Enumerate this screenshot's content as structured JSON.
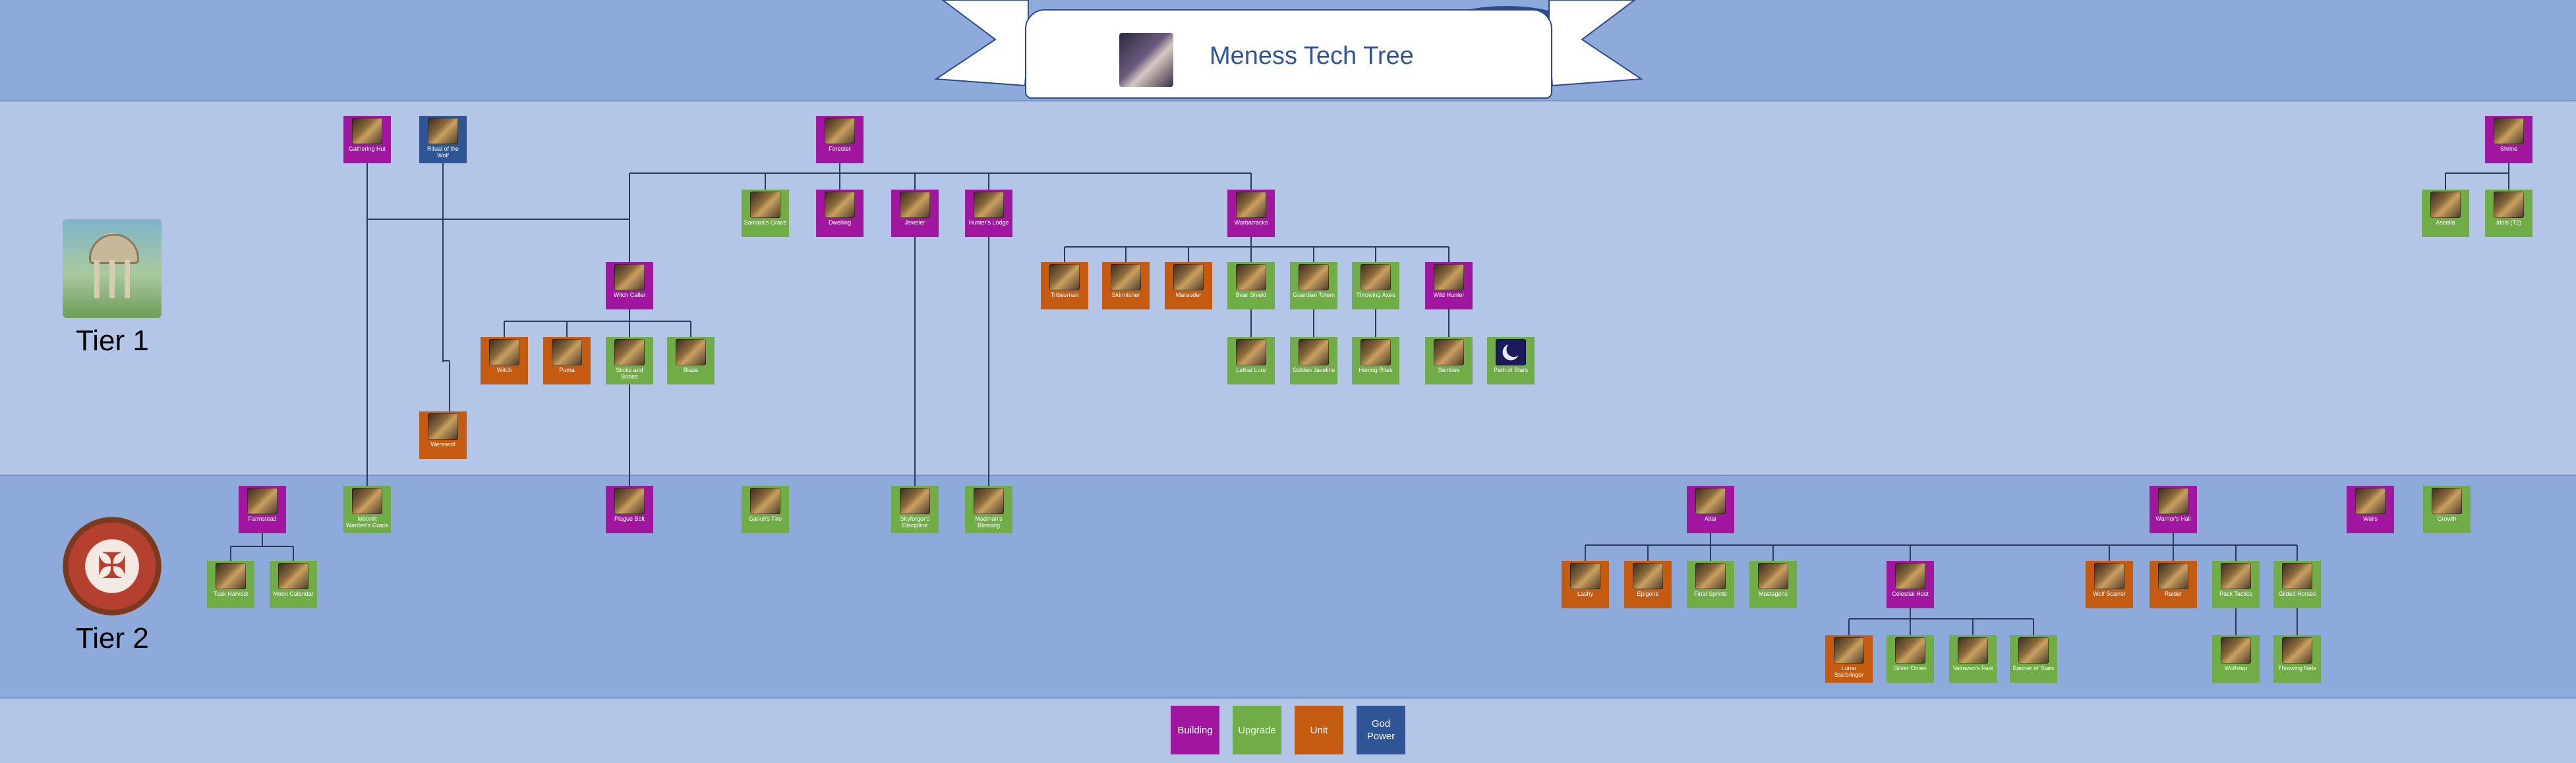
{
  "header": {
    "title": "Meness Tech Tree"
  },
  "tiers": [
    {
      "label": "Tier 1"
    },
    {
      "label": "Tier 2"
    }
  ],
  "colors": {
    "building": "#a0169e",
    "upgrade": "#70ad47",
    "unit": "#c55a11",
    "god_power": "#2f5597"
  },
  "legend": [
    {
      "type": "building",
      "label": "Building"
    },
    {
      "type": "upgrade",
      "label": "Upgrade"
    },
    {
      "type": "unit",
      "label": "Unit"
    },
    {
      "type": "god",
      "label": "God Power"
    }
  ],
  "nodes": {
    "gathering_hut": {
      "label": "Gathering Hut",
      "type": "building"
    },
    "ritual_of_the_wolf": {
      "label": "Ritual of the Wolf",
      "type": "god"
    },
    "forester": {
      "label": "Forester",
      "type": "building"
    },
    "shrine": {
      "label": "Shrine",
      "type": "building"
    },
    "samaras_grace": {
      "label": "Samara's Grace",
      "type": "upgrade"
    },
    "dwelling": {
      "label": "Dwelling",
      "type": "building"
    },
    "jeweler": {
      "label": "Jeweler",
      "type": "building"
    },
    "hunters_lodge": {
      "label": "Hunter's Lodge",
      "type": "building"
    },
    "warbarracks": {
      "label": "Warbarracks",
      "type": "building"
    },
    "aseelia": {
      "label": "Aseelia",
      "type": "upgrade"
    },
    "idols_t2": {
      "label": "Idols (T2)",
      "type": "upgrade"
    },
    "witch_caller": {
      "label": "Witch Caller",
      "type": "building"
    },
    "tribesman": {
      "label": "Tribesman",
      "type": "unit"
    },
    "skirmisher": {
      "label": "Skirmisher",
      "type": "unit"
    },
    "marauder": {
      "label": "Marauder",
      "type": "unit"
    },
    "bear_shield": {
      "label": "Bear Shield",
      "type": "upgrade"
    },
    "guardian_totem": {
      "label": "Guardian Totem",
      "type": "upgrade"
    },
    "throwing_axes": {
      "label": "Throwing Axes",
      "type": "upgrade"
    },
    "wild_hunter": {
      "label": "Wild Hunter",
      "type": "building"
    },
    "witch": {
      "label": "Witch",
      "type": "unit"
    },
    "puma": {
      "label": "Puma",
      "type": "unit"
    },
    "sticks_and_bones": {
      "label": "Sticks and Bones",
      "type": "upgrade"
    },
    "blaze": {
      "label": "Blaze",
      "type": "upgrade"
    },
    "lethal_lure": {
      "label": "Lethal Lure",
      "type": "upgrade"
    },
    "golden_javelins": {
      "label": "Golden Javelins",
      "type": "upgrade"
    },
    "honing_rites": {
      "label": "Honing Rites",
      "type": "upgrade"
    },
    "sentries": {
      "label": "Sentries",
      "type": "upgrade"
    },
    "path_of_stars": {
      "label": "Path of Stars",
      "type": "upgrade"
    },
    "werewolf": {
      "label": "Werewolf",
      "type": "unit"
    },
    "farmstead": {
      "label": "Farmstead",
      "type": "building"
    },
    "moonlit_warden": {
      "label": "Moonlit Warden's Grace",
      "type": "upgrade"
    },
    "plague_bolt": {
      "label": "Plague Bolt",
      "type": "building"
    },
    "ganulls_fire": {
      "label": "Ganull's Fire",
      "type": "upgrade"
    },
    "skyforgers_discipline": {
      "label": "Skyforger's Discipline",
      "type": "upgrade"
    },
    "madmans_blessing": {
      "label": "Madman's Blessing",
      "type": "upgrade"
    },
    "altar": {
      "label": "Altar",
      "type": "building"
    },
    "warriors_hall": {
      "label": "Warrior's Hall",
      "type": "building"
    },
    "walls": {
      "label": "Walls",
      "type": "building"
    },
    "growth": {
      "label": "Growth",
      "type": "upgrade"
    },
    "tusk_harvest": {
      "label": "Tusk Harvest",
      "type": "upgrade"
    },
    "moon_calendar": {
      "label": "Moon Calendar",
      "type": "upgrade"
    },
    "lashy": {
      "label": "Lashy",
      "type": "unit"
    },
    "epigone": {
      "label": "Epigone",
      "type": "unit"
    },
    "final_sprints": {
      "label": "Final Sprints",
      "type": "upgrade"
    },
    "mastagens": {
      "label": "Mastagens",
      "type": "upgrade"
    },
    "celestial_host": {
      "label": "Celestial Host",
      "type": "building"
    },
    "wolf_scarrer": {
      "label": "Wolf Scarrer",
      "type": "unit"
    },
    "raider": {
      "label": "Raider",
      "type": "unit"
    },
    "pack_tactics": {
      "label": "Pack Tactics",
      "type": "upgrade"
    },
    "gilded_horses": {
      "label": "Gilded Horses",
      "type": "upgrade"
    },
    "lunar_starbringer": {
      "label": "Lunar Starbringer",
      "type": "unit"
    },
    "silver_omen": {
      "label": "Silver Omen",
      "type": "upgrade"
    },
    "valravens_fast": {
      "label": "Valraven's Fast",
      "type": "upgrade"
    },
    "banner_of_stars": {
      "label": "Banner of Stars",
      "type": "upgrade"
    },
    "wolfstep": {
      "label": "Wolfstep",
      "type": "upgrade"
    },
    "throwing_nets": {
      "label": "Throwing Nets",
      "type": "upgrade"
    }
  }
}
